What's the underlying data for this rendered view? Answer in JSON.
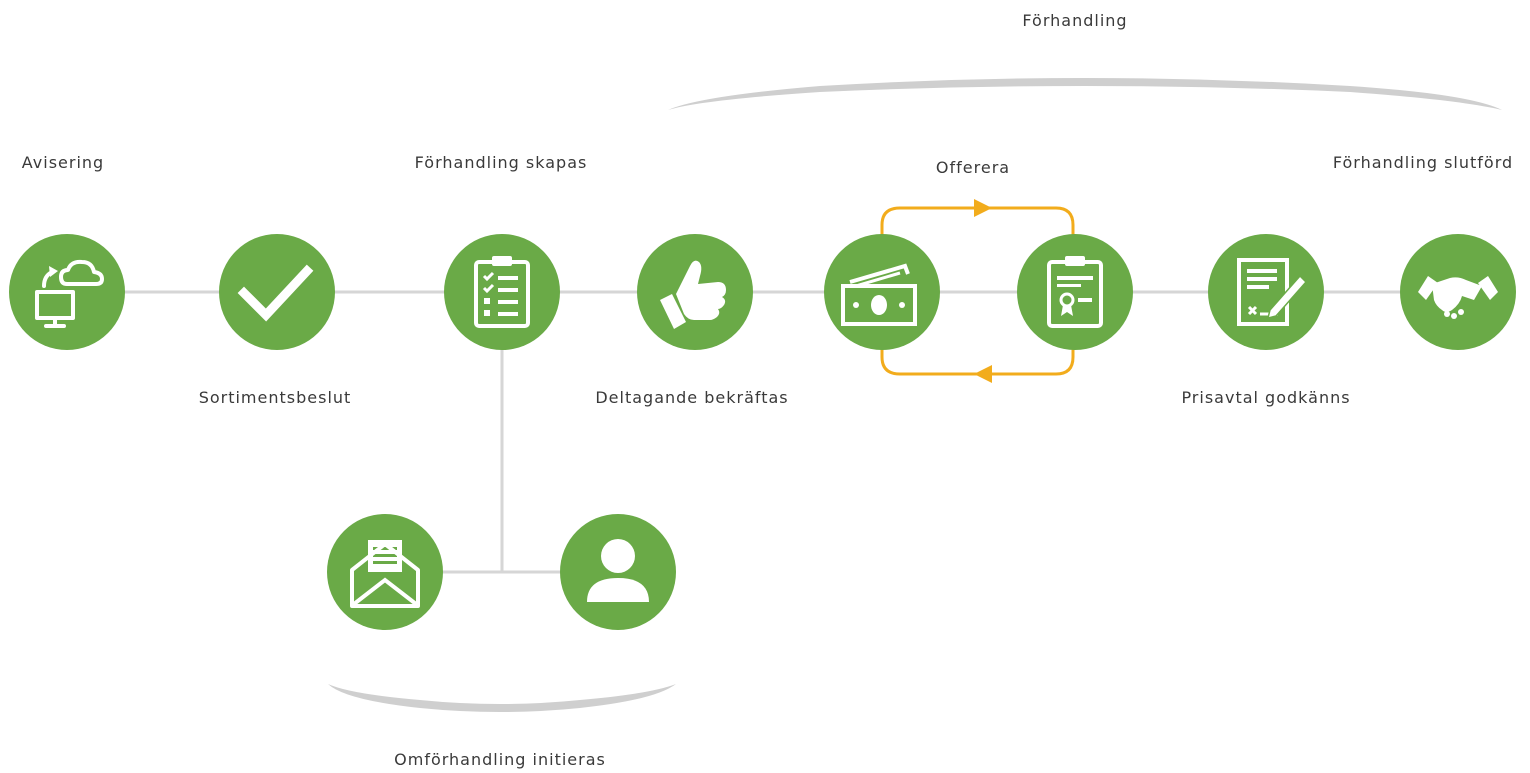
{
  "diagram": {
    "phase_label": "Förhandling",
    "renegotiation_label": "Omförhandling initieras",
    "colors": {
      "node_fill": "#6aaa47",
      "connector": "#d6d6d6",
      "loop": "#f2ac1c",
      "bracket": "#cfcfcf",
      "icon": "#ffffff",
      "text": "#3a3a3a"
    },
    "steps": [
      {
        "label": "Avisering",
        "icon": "monitor-cloud-sync-icon"
      },
      {
        "label": "Sortimentsbeslut",
        "icon": "checkmark-icon"
      },
      {
        "label": "Förhandling skapas",
        "icon": "clipboard-checklist-icon"
      },
      {
        "label": "Deltagande bekräftas",
        "icon": "thumbs-up-icon"
      },
      {
        "label": "Offerera",
        "icon": "money-bills-icon"
      },
      {
        "label": "",
        "icon": "clipboard-certificate-icon"
      },
      {
        "label": "Prisavtal godkänns",
        "icon": "contract-sign-icon"
      },
      {
        "label": "Förhandling slutförd",
        "icon": "handshake-icon"
      }
    ],
    "branch_nodes": [
      {
        "icon": "envelope-letter-icon"
      },
      {
        "icon": "person-icon"
      }
    ]
  }
}
